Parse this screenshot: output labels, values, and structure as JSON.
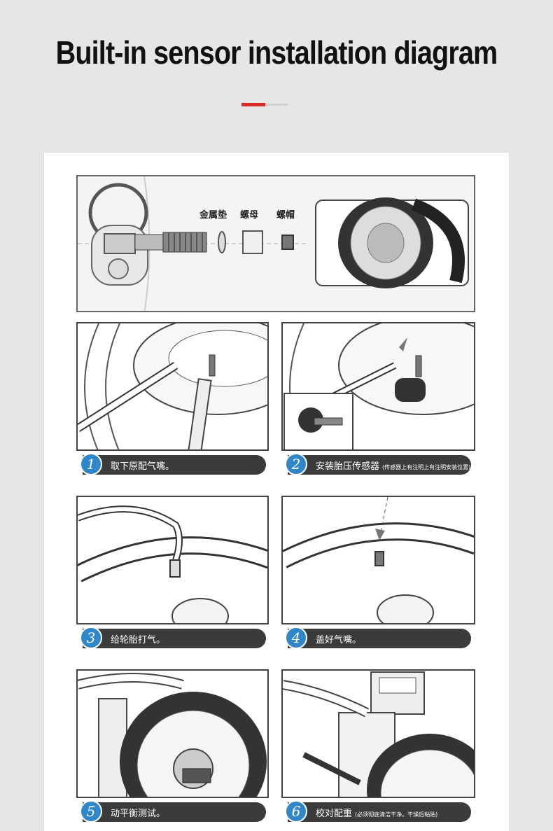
{
  "title": "Built-in sensor installation diagram",
  "colors": {
    "accent_red": "#d92a2a",
    "step_blue": "#2f86c9",
    "step_bar": "#3b3b3b"
  },
  "parts": {
    "washer": "金属垫",
    "nut": "螺母",
    "cap": "螺帽"
  },
  "steps": [
    {
      "num": "1",
      "text": "取下原配气嘴。",
      "note": ""
    },
    {
      "num": "2",
      "text": "安装胎压传感器",
      "note": "(传感器上有注明上有注明安装位置)"
    },
    {
      "num": "3",
      "text": "给轮胎打气。",
      "note": ""
    },
    {
      "num": "4",
      "text": "盖好气嘴。",
      "note": ""
    },
    {
      "num": "5",
      "text": "动平衡测试。",
      "note": ""
    },
    {
      "num": "6",
      "text": "校对配重",
      "note": "(必须彻底清洁干净。干燥后粘贴)"
    }
  ]
}
